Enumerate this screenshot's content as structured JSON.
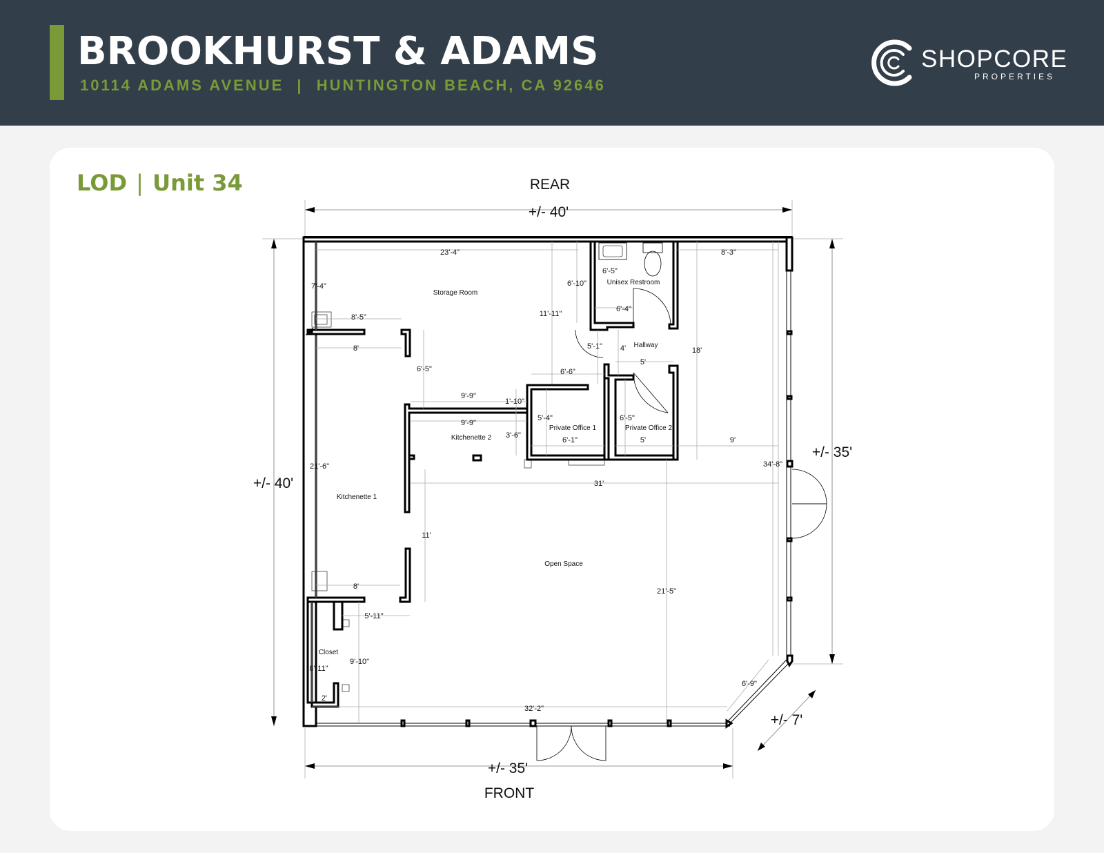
{
  "header": {
    "title": "BROOKHURST & ADAMS",
    "address_street": "10114 ADAMS AVENUE",
    "address_divider": "|",
    "address_city": "HUNTINGTON BEACH, CA 92646",
    "logo_word": "SHOPCORE",
    "logo_sub": "PROPERTIES"
  },
  "card": {
    "title_left": "LOD",
    "title_divider": "|",
    "title_right": "Unit 34"
  },
  "plan": {
    "orientation": {
      "top": "REAR",
      "bottom": "FRONT"
    },
    "overall": {
      "rear_width": "+/- 40'",
      "front_width": "+/- 35'",
      "left_depth": "+/- 40'",
      "right_depth": "+/- 35'",
      "angled": "+/- 7'"
    },
    "rooms": {
      "storage": "Storage Room",
      "restroom": "Unisex Restroom",
      "hallway": "Hallway",
      "office1": "Private Office 1",
      "office2": "Private Office 2",
      "kitchenette2": "Kitchenette 2",
      "kitchenette1": "Kitchenette 1",
      "open": "Open Space",
      "closet": "Closet"
    },
    "dims": {
      "d1": "23'-4\"",
      "d2": "8'-3\"",
      "d3": "6'-5\"",
      "d4": "7'-4\"",
      "d5": "6'-10\"",
      "d6": "6'-4\"",
      "d7": "11'-11\"",
      "d8": "8'-5\"",
      "d9": "8'",
      "d10": "5'-1\"",
      "d11": "4'",
      "d12": "18'",
      "d13": "6'-5\"",
      "d14": "5'",
      "d15": "6'-6\"",
      "d16": "9'-9\"",
      "d17": "1'-10\"",
      "d18": "9'-9\"",
      "d19": "5'-4\"",
      "d20": "6'-5\"",
      "d21": "3'-6\"",
      "d22": "6'-1\"",
      "d23": "5'",
      "d24": "9'",
      "d25": "21'-6\"",
      "d26": "34'-8\"",
      "d27": "31'",
      "d28": "11'",
      "d29": "8'",
      "d30": "21'-5\"",
      "d31": "5'-11\"",
      "d32": "9'-10\"",
      "d33": "8'-11\"",
      "d34": "6'-9\"",
      "d35": "2'",
      "d36": "32'-2\""
    }
  },
  "colors": {
    "header_bg": "#323e49",
    "accent": "#7a9a3a",
    "page_bg": "#f3f3f3",
    "card_bg": "#ffffff"
  }
}
